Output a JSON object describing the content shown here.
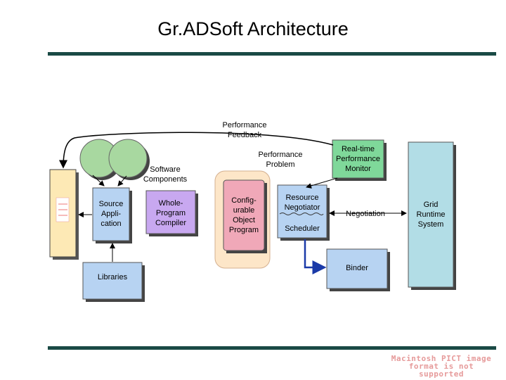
{
  "title": "Gr.ADSoft Architecture",
  "labels": {
    "performance_feedback": "Performance Feedback",
    "performance_problem": "Performance Problem",
    "software_components": "Software Components",
    "source_application": "Source Appli- cation",
    "whole_program_compiler": "Whole- Program Compiler",
    "configurable_object_program": "Config- urable Object Program",
    "resource_negotiator": "Resource Negotiator",
    "scheduler": "Scheduler",
    "realtime_performance_monitor": "Real-time Performance Monitor",
    "negotiation": "Negotiation",
    "grid_runtime_system": "Grid Runtime System",
    "binder": "Binder",
    "libraries": "Libraries",
    "pict_placeholder": "Macintosh PICT image format is not supported"
  },
  "colors": {
    "rule": "#1a4a45",
    "green": "#a8d8a0",
    "blue_box": "#b7d3f2",
    "purple_box": "#c8a8f0",
    "pink_box": "#f0a8b8",
    "peach_bg": "#fde6c8",
    "monitor": "#7fd89a",
    "grid": "#b2dde6",
    "cream": "#fde9b5",
    "blue_arrow": "#1a3aa8"
  }
}
